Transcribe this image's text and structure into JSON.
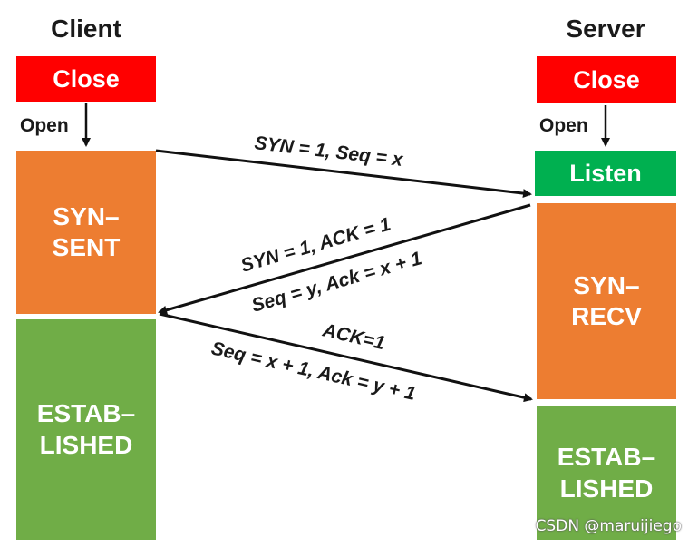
{
  "client": {
    "title": "Client",
    "states": {
      "close": "Close",
      "open_label": "Open",
      "syn_sent": "SYN–\nSENT",
      "established": "ESTAB–\nLISHED"
    }
  },
  "server": {
    "title": "Server",
    "states": {
      "close": "Close",
      "open_label": "Open",
      "listen": "Listen",
      "syn_recv": "SYN–\nRECV",
      "established": "ESTAB–\nLISHED"
    }
  },
  "messages": {
    "m1": {
      "line1": "SYN = 1,  Seq = x"
    },
    "m2": {
      "line1": "SYN = 1,   ACK = 1",
      "line2": "Seq = y,  Ack = x + 1"
    },
    "m3": {
      "line1": "ACK=1",
      "line2": "Seq = x + 1,  Ack = y + 1"
    }
  },
  "colors": {
    "close": "#ff0000",
    "listen": "#00b050",
    "syn": "#ed7d31",
    "established": "#70ad47"
  },
  "watermark": "CSDN @maruijiego"
}
